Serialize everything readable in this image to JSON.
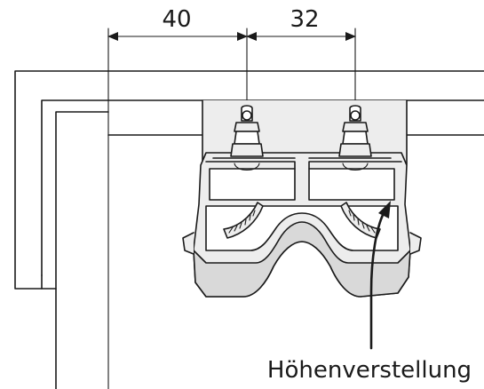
{
  "dimensions": {
    "left": "40",
    "right": "32"
  },
  "callout": {
    "label": "Höhenverstellung"
  }
}
